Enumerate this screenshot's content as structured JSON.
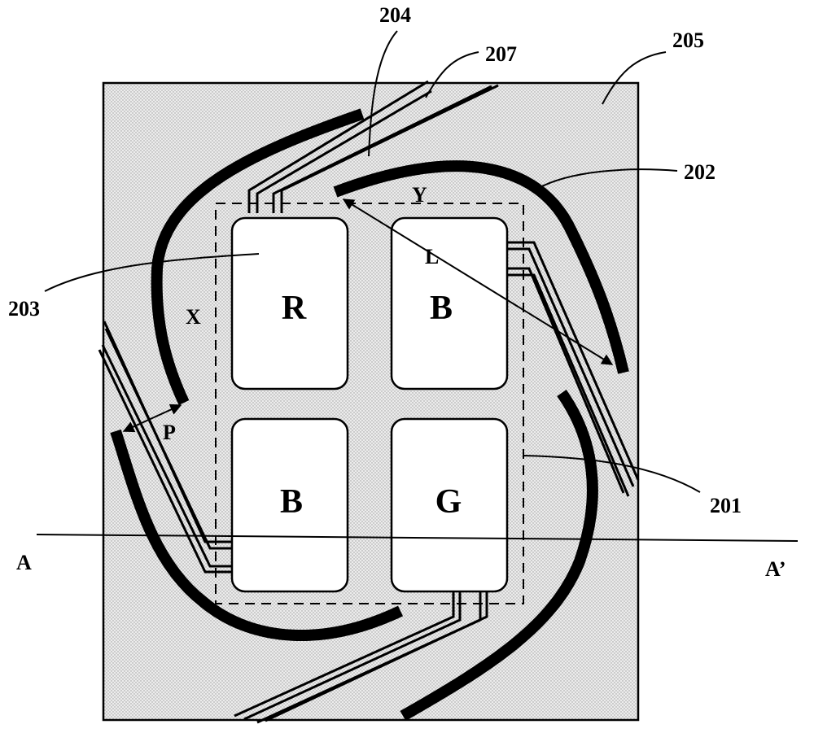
{
  "labels": {
    "l201": "201",
    "l202": "202",
    "l203": "203",
    "l204": "204",
    "l205": "205",
    "l207": "207",
    "a_left": "A",
    "a_right": "A’",
    "x_sym": "X",
    "y_sym": "Y",
    "l_sym": "L",
    "p_sym": "P"
  },
  "chips": [
    {
      "id": "top-left",
      "letter": "R"
    },
    {
      "id": "top-right",
      "letter": "B"
    },
    {
      "id": "bottom-left",
      "letter": "B"
    },
    {
      "id": "bottom-right",
      "letter": "G"
    }
  ],
  "colors": {
    "substrate": "#ececec",
    "dots": "#9a9a9a",
    "line": "#000000",
    "chip_fill": "#ffffff"
  }
}
